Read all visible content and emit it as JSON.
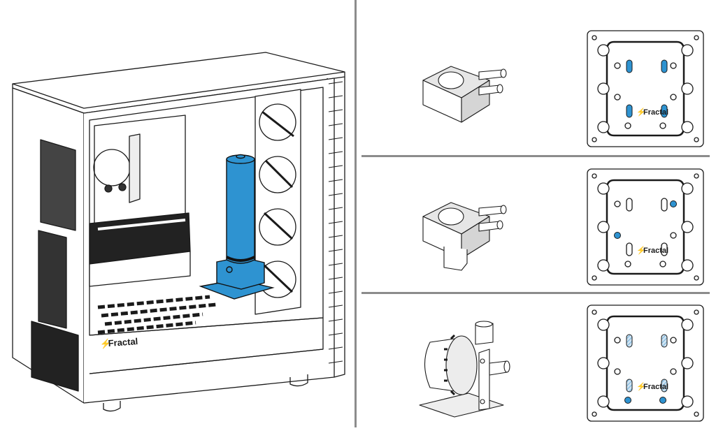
{
  "colors": {
    "accent_blue": "#2e93d1",
    "line": "#1a1a1a",
    "divider": "#8c8c8c",
    "shade": "#d9d9d9"
  },
  "case": {
    "brand": "Fractal",
    "reservoir_highlight": "reservoir-pump-combo"
  },
  "options": [
    {
      "pump": "ddc-pump-flat-base",
      "plate_brand": "Fractal",
      "highlight": "four-slots-filled"
    },
    {
      "pump": "ddc-pump-with-bracket",
      "plate_brand": "Fractal",
      "highlight": "two-round-holes"
    },
    {
      "pump": "d5-style-pump-bracket",
      "plate_brand": "Fractal",
      "highlight": "hatched-slots-two-holes"
    }
  ]
}
